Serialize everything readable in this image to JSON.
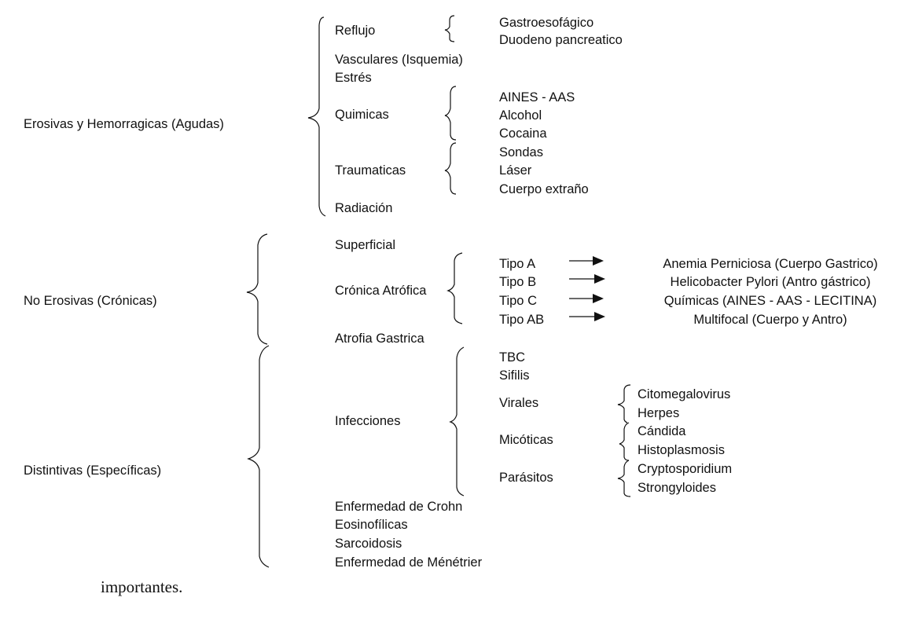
{
  "diagram": {
    "categories": [
      {
        "label": "Erosivas y Hemorragicas (Agudas)",
        "items": [
          {
            "label": "Reflujo",
            "children": [
              "Gastroesofágico",
              "Duodeno pancreatico"
            ]
          },
          {
            "label": "Vasculares (Isquemia)"
          },
          {
            "label": "Estrés"
          },
          {
            "label": "Quimicas",
            "children": [
              "AINES - AAS",
              "Alcohol",
              "Cocaina"
            ]
          },
          {
            "label": "Traumaticas",
            "children": [
              "Sondas",
              "Láser",
              "Cuerpo extraño"
            ]
          },
          {
            "label": "Radiación"
          }
        ]
      },
      {
        "label": "No Erosivas (Crónicas)",
        "items": [
          {
            "label": "Superficial"
          },
          {
            "label": "Crónica Atrófica",
            "children": [
              {
                "label": "Tipo A",
                "result": "Anemia Perniciosa (Cuerpo Gastrico)"
              },
              {
                "label": "Tipo B",
                "result": "Helicobacter Pylori (Antro gástrico)"
              },
              {
                "label": "Tipo C",
                "result": "Químicas (AINES - AAS - LECITINA)"
              },
              {
                "label": "Tipo AB",
                "result": "Multifocal (Cuerpo y Antro)"
              }
            ]
          },
          {
            "label": "Atrofia Gastrica"
          }
        ]
      },
      {
        "label": "Distintivas (Específicas)",
        "items": [
          {
            "label": "Infecciones",
            "children": [
              {
                "label": "TBC"
              },
              {
                "label": "Sifilis"
              },
              {
                "label": "Virales",
                "children": [
                  "Citomegalovirus",
                  "Herpes"
                ]
              },
              {
                "label": "Micóticas",
                "children": [
                  "Cándida",
                  "Histoplasmosis"
                ]
              },
              {
                "label": "Parásitos",
                "children": [
                  "Cryptosporidium",
                  "Strongyloides"
                ]
              }
            ]
          },
          {
            "label": "Enfermedad de Crohn"
          },
          {
            "label": "Eosinofílicas"
          },
          {
            "label": "Sarcoidosis"
          },
          {
            "label": "Enfermedad de Ménétrier"
          }
        ]
      }
    ],
    "footer_text": "importantes."
  }
}
